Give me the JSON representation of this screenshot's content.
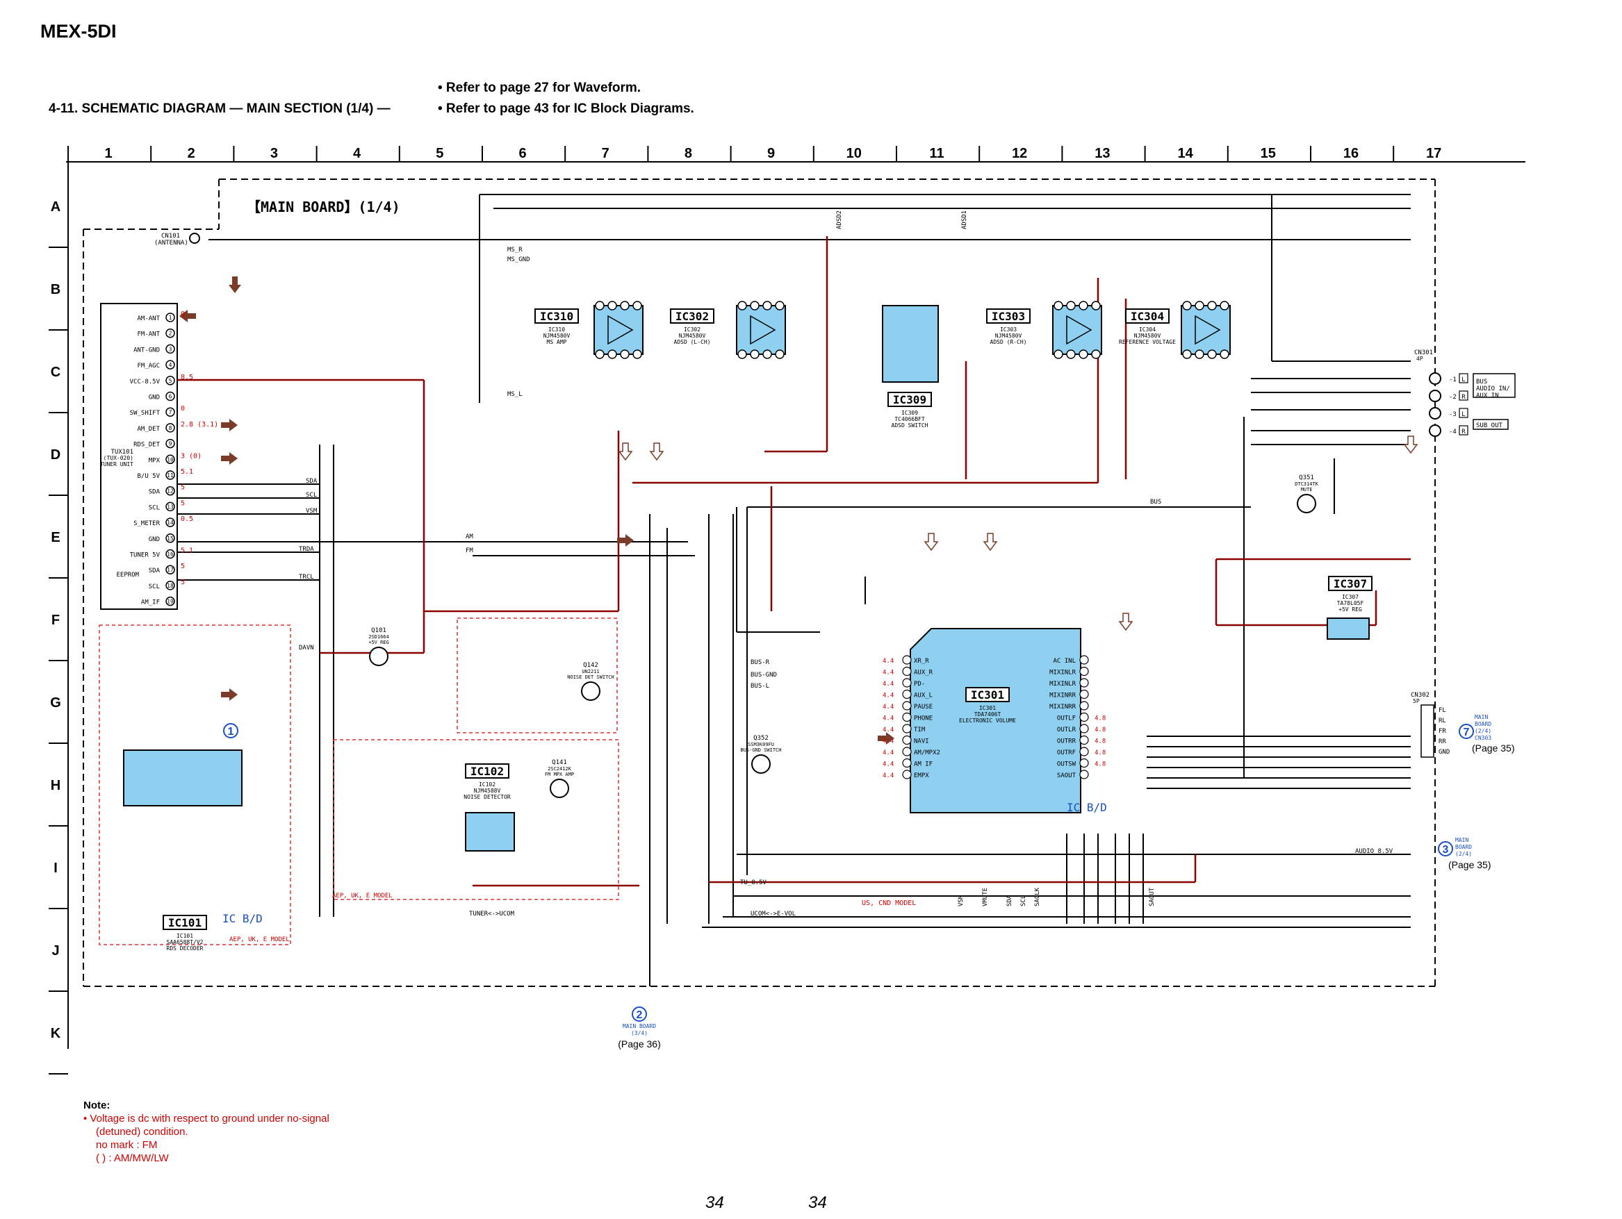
{
  "model": "MEX-5DI",
  "header": {
    "refer_waveform": "• Refer to page 27 for Waveform.",
    "section_title": "4-11. SCHEMATIC DIAGRAM — MAIN SECTION (1/4) —",
    "refer_ic": "• Refer to page 43 for IC Block Diagrams."
  },
  "grid": {
    "columns": [
      "1",
      "2",
      "3",
      "4",
      "5",
      "6",
      "7",
      "8",
      "9",
      "10",
      "11",
      "12",
      "13",
      "14",
      "15",
      "16",
      "17"
    ],
    "rows": [
      "A",
      "B",
      "C",
      "D",
      "E",
      "F",
      "G",
      "H",
      "I",
      "J",
      "K"
    ]
  },
  "board_title": "【MAIN BOARD】(1/4)",
  "ics": [
    {
      "ref": "IC310",
      "part": "NJM4580V",
      "func": "MS AMP"
    },
    {
      "ref": "IC302",
      "part": "NJM4580V",
      "func": "ADSD (L-CH)"
    },
    {
      "ref": "IC309",
      "part": "TC4066BFT",
      "func": "ADSD SWITCH"
    },
    {
      "ref": "IC303",
      "part": "NJM4580V",
      "func": "ADSD (R-CH)"
    },
    {
      "ref": "IC304",
      "part": "NJM4580V",
      "func": "REFERENCE VOLTAGE"
    },
    {
      "ref": "IC307",
      "part": "TA78L05F",
      "func": "+5V REG"
    },
    {
      "ref": "IC301",
      "part": "TDA7406T",
      "func": "ELECTRONIC VOLUME"
    },
    {
      "ref": "IC102",
      "part": "NJM4588V",
      "func": "NOISE DETECTOR"
    },
    {
      "ref": "IC101",
      "part": "SAA6588T/V2",
      "func": "RDS DECODER"
    }
  ],
  "ic_bd": "IC B/D",
  "tuner": {
    "ref": "TUX101",
    "part": "(TUX-020)",
    "name": "TUNER UNIT",
    "pins": [
      "AM-ANT",
      "FM-ANT",
      "ANT-GND",
      "FM_AGC",
      "VCC-8.5V",
      "GND",
      "SW_SHIFT",
      "AM_DET",
      "RDS_DET",
      "MPX",
      "B/U 5V",
      "SDA",
      "SCL",
      "S_METER",
      "GND",
      "TUNER 5V",
      "SDA",
      "SCL",
      "AM_IF"
    ],
    "eeprom": "EEPROM",
    "voltages": [
      "0",
      "",
      "",
      "",
      "8.5",
      "",
      "0",
      "2.8 (3.1)",
      "",
      "3 (0)",
      "5.1",
      "5",
      "5",
      "0.5",
      "",
      "5.1",
      "5",
      "5",
      ""
    ]
  },
  "cn101": {
    "ref": "CN101",
    "name": "(ANTENNA)"
  },
  "ic301_pins_left": [
    "XR_R",
    "AUX_R",
    "PD-",
    "AUX_L",
    "PAUSE",
    "PHONE",
    "TIM",
    "NAVI",
    "AM/MPX2",
    "AM IF",
    "EMPX"
  ],
  "ic301_pins_right": [
    "AC INL",
    "MIXINLR",
    "MIXINLR",
    "MIXINRR",
    "MIXINRR",
    "OUTLF",
    "OUTLR",
    "OUTRR",
    "OUTRF",
    "OUTSW",
    "SAOUT"
  ],
  "cn301": {
    "ref": "CN301",
    "pins": "4P",
    "labels": [
      "BUS AUDIO IN/ AUX IN",
      "SUB OUT"
    ],
    "channels": [
      "L",
      "R",
      "L",
      "R"
    ]
  },
  "cn302": {
    "ref": "CN302",
    "pins": "5P",
    "labels": [
      "FL",
      "RL",
      "FR",
      "RR",
      "GND"
    ]
  },
  "connectors": [
    {
      "num": "7",
      "text": "MAIN BOARD (2/4) CN303",
      "page": "(Page 35)"
    },
    {
      "num": "3",
      "text": "MAIN BOARD (2/4)",
      "page": "(Page 35)"
    },
    {
      "num": "2",
      "text": "MAIN BOARD (3/4)",
      "page": "(Page 36)"
    },
    {
      "num": "1",
      "text": "",
      "page": ""
    }
  ],
  "signals": [
    "SDA",
    "SCL",
    "VSM",
    "TRDA",
    "TRCL",
    "DAVN",
    "AM",
    "FM",
    "MS_R",
    "MS_GND",
    "MS_L",
    "BUS",
    "BUS-R",
    "BUS-GND",
    "BUS-L",
    "AUDIO_8.5V",
    "TU_8.5V",
    "TUNER<->UCOM",
    "UCOM<->E-VOL",
    "VMUTE",
    "SACLK",
    "SAOUT",
    "ADSD2",
    "ADSD1",
    "TUNER 5V",
    "SCL",
    "DAVN",
    "SDA"
  ],
  "region_labels": [
    "AEP, UK, E MODEL",
    "AEP, UK, E MODEL",
    "US, CND MODEL"
  ],
  "transistors": [
    {
      "ref": "Q101",
      "part": "2SD1664",
      "func": "+5V REG"
    },
    {
      "ref": "Q141",
      "part": "2SC2412K",
      "func": "FM MPX AMP"
    },
    {
      "ref": "Q142",
      "part": "UN2211",
      "func": "NOISE DET SWITCH"
    },
    {
      "ref": "Q351",
      "part": "DTC314TK",
      "func": "MUTE"
    },
    {
      "ref": "Q352",
      "part": "SSM3K09FU",
      "func": "BUS-GND SWITCH"
    }
  ],
  "note": {
    "title": "Note:",
    "lines": [
      "• Voltage is dc with respect to ground under no-signal",
      "(detuned) condition.",
      "no mark : FM",
      "(        ) : AM/MW/LW"
    ]
  },
  "page_numbers": [
    "34",
    "34"
  ],
  "colors": {
    "red": "#b00000",
    "brown": "#7a3b28",
    "ic_fill": "#8fd0f0",
    "ic_blue": "#1a4fc4",
    "dashed_red": "#e03030"
  }
}
